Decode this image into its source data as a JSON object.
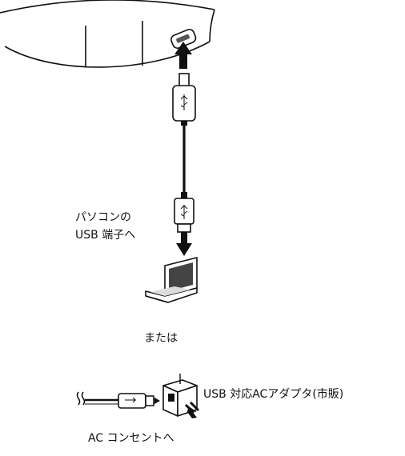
{
  "labels": {
    "pc_usb_line1": "パソコンの",
    "pc_usb_line2": "USB 端子へ",
    "or": "または",
    "adapter": "USB 対応ACアダプタ(市販)",
    "outlet": "AC コンセントへ"
  },
  "icons": {
    "device": "neckband-speaker-icon",
    "micro_usb_plug": "micro-usb-plug-icon",
    "usb_a_plug": "usb-a-plug-icon",
    "laptop": "laptop-icon",
    "ac_adapter": "ac-adapter-icon"
  }
}
